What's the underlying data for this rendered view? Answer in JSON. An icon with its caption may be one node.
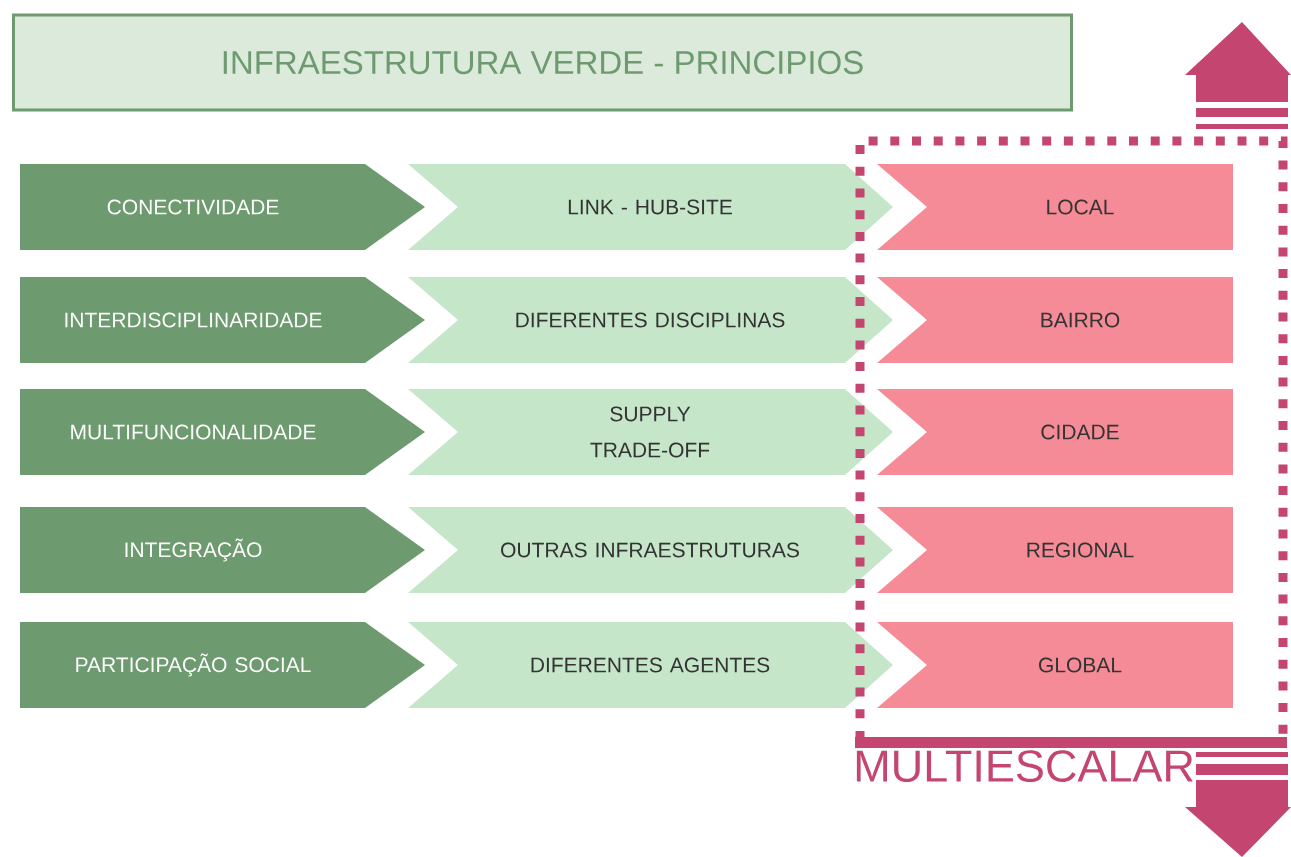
{
  "diagram": {
    "title": "INFRAESTRUTURA VERDE - PRINCIPIOS",
    "nodes": [
      {
        "text": [
          "MULTIESCALAR"
        ]
      },
      {
        "text": [
          "CONECTIVIDADE"
        ]
      },
      {
        "text": [
          "LINK - HUB-SITE"
        ]
      },
      {
        "text": [
          "LOCAL"
        ],
        "in": 0
      },
      {
        "text": [
          "INTERDISCIPLINARIDADE"
        ]
      },
      {
        "text": [
          "DIFERENTES DISCIPLINAS"
        ]
      },
      {
        "text": [
          "BAIRRO"
        ],
        "in": 0
      },
      {
        "text": [
          "MULTIFUNCIONALIDADE"
        ]
      },
      {
        "text": [
          "SUPPLY TRADE-OFF"
        ]
      },
      {
        "text": [
          "CIDADE"
        ],
        "in": 0
      },
      {
        "text": [
          "INTEGRAÇÃO"
        ]
      },
      {
        "text": [
          "OUTRAS INFRAESTRUTURAS"
        ]
      },
      {
        "text": [
          "REGIONAL"
        ],
        "in": 0
      },
      {
        "text": [
          "PARTICIPAÇÃO SOCIAL"
        ]
      },
      {
        "text": [
          "DIFERENTES AGENTES"
        ]
      },
      {
        "text": [
          "GLOBAL"
        ],
        "in": 0
      }
    ]
  }
}
